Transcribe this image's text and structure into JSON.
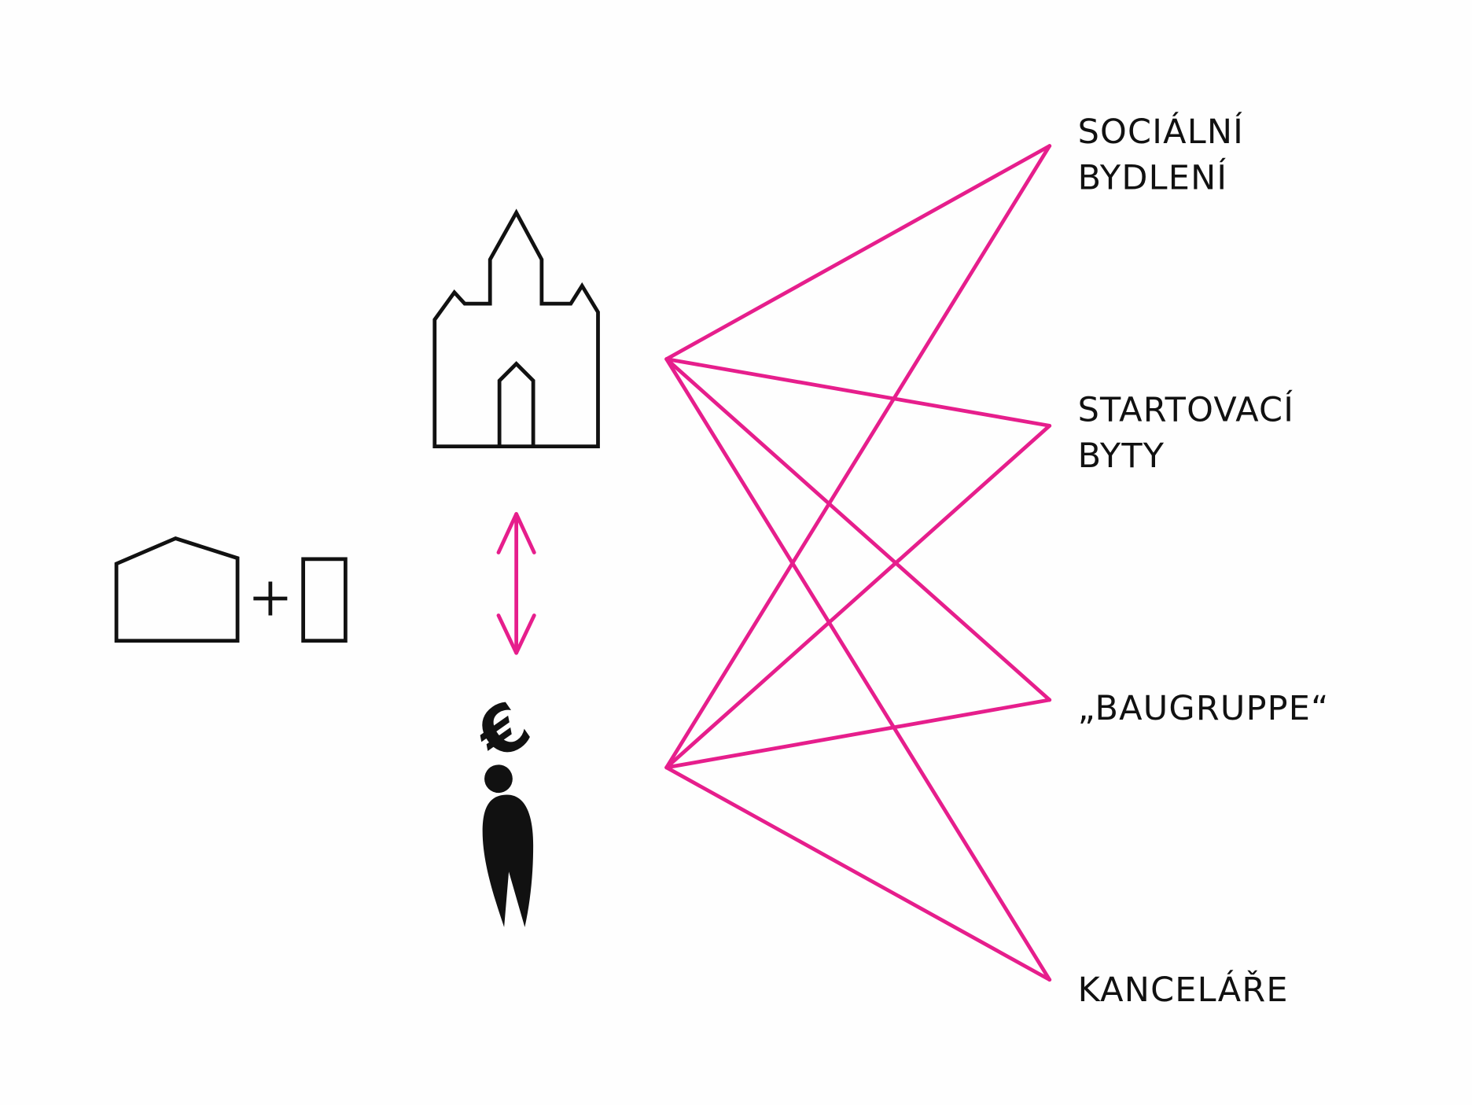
{
  "colors": {
    "accent": "#e61e8c",
    "ink": "#111111"
  },
  "icons": [
    "house-icon",
    "plus-icon",
    "plot-rectangle-icon",
    "church-icon",
    "double-arrow-icon",
    "person-with-euro-icon"
  ],
  "labels": {
    "social_housing": [
      "SOCIÁLNÍ",
      "BYDLENÍ"
    ],
    "starter_flats": [
      "STARTOVACÍ",
      "BYTY"
    ],
    "baugruppe": "„BAUGRUPPE“",
    "offices": "KANCELÁŘE"
  },
  "euro_symbol": "€"
}
